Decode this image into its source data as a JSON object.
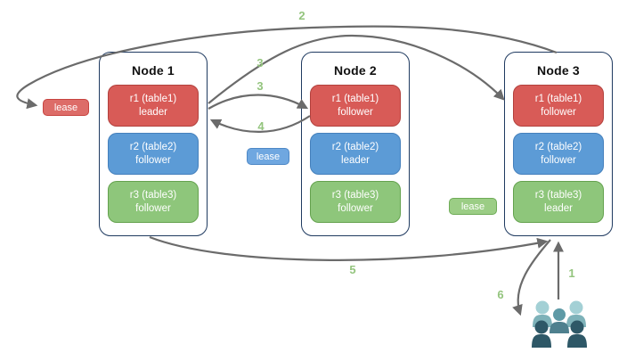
{
  "nodes": [
    {
      "title": "Node 1",
      "replicas": [
        {
          "line1": "r1 (table1)",
          "line2": "leader",
          "color": "red"
        },
        {
          "line1": "r2 (table2)",
          "line2": "follower",
          "color": "blue"
        },
        {
          "line1": "r3 (table3)",
          "line2": "follower",
          "color": "green"
        }
      ]
    },
    {
      "title": "Node 2",
      "replicas": [
        {
          "line1": "r1 (table1)",
          "line2": "follower",
          "color": "red"
        },
        {
          "line1": "r2 (table2)",
          "line2": "leader",
          "color": "blue"
        },
        {
          "line1": "r3 (table3)",
          "line2": "follower",
          "color": "green"
        }
      ]
    },
    {
      "title": "Node 3",
      "replicas": [
        {
          "line1": "r1 (table1)",
          "line2": "follower",
          "color": "red"
        },
        {
          "line1": "r2 (table2)",
          "line2": "follower",
          "color": "blue"
        },
        {
          "line1": "r3 (table3)",
          "line2": "leader",
          "color": "green"
        }
      ]
    }
  ],
  "leases": {
    "red": "lease",
    "blue": "lease",
    "green": "lease"
  },
  "steps": {
    "1": "1",
    "2": "2",
    "3a": "3",
    "3b": "3",
    "4": "4",
    "5": "5",
    "6": "6"
  },
  "colors": {
    "replica_red": "#D85B57",
    "replica_blue": "#5C9BD6",
    "replica_green": "#8EC67B",
    "node_border": "#1F3A60",
    "arrow": "#6B6B6B",
    "step_label": "#93C47D",
    "users_light": "#A3D0D5",
    "users_mid": "#5E9AA6",
    "users_dark": "#2E5867"
  },
  "icons": {
    "users_group": "users-group-icon"
  }
}
